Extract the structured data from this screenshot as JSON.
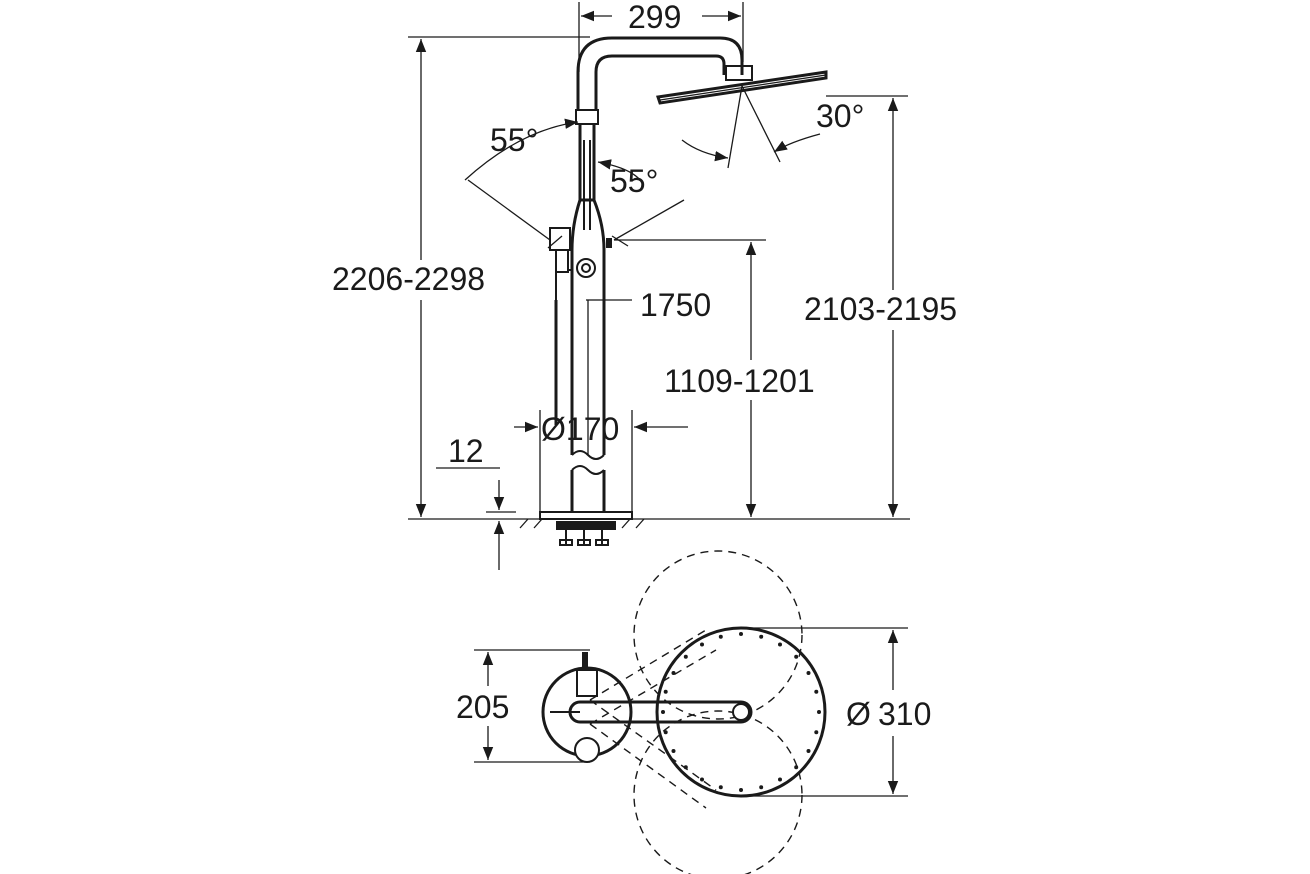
{
  "dimensions": {
    "top_width": "299",
    "overall_height": "2206-2298",
    "shower_head_height": "2103-2195",
    "handshower_height": "1750",
    "spout_height": "1109-1201",
    "base_diameter": "Ø170",
    "floor_offset": "12",
    "tilt_angle": "30°",
    "left_swivel_angle": "55°",
    "right_swivel_angle": "55°",
    "plan_depth": "205",
    "head_diameter": "310"
  },
  "symbols": {
    "diameter_symbol": "Ø"
  },
  "colors": {
    "line": "#1a1a1a",
    "background": "#ffffff"
  }
}
